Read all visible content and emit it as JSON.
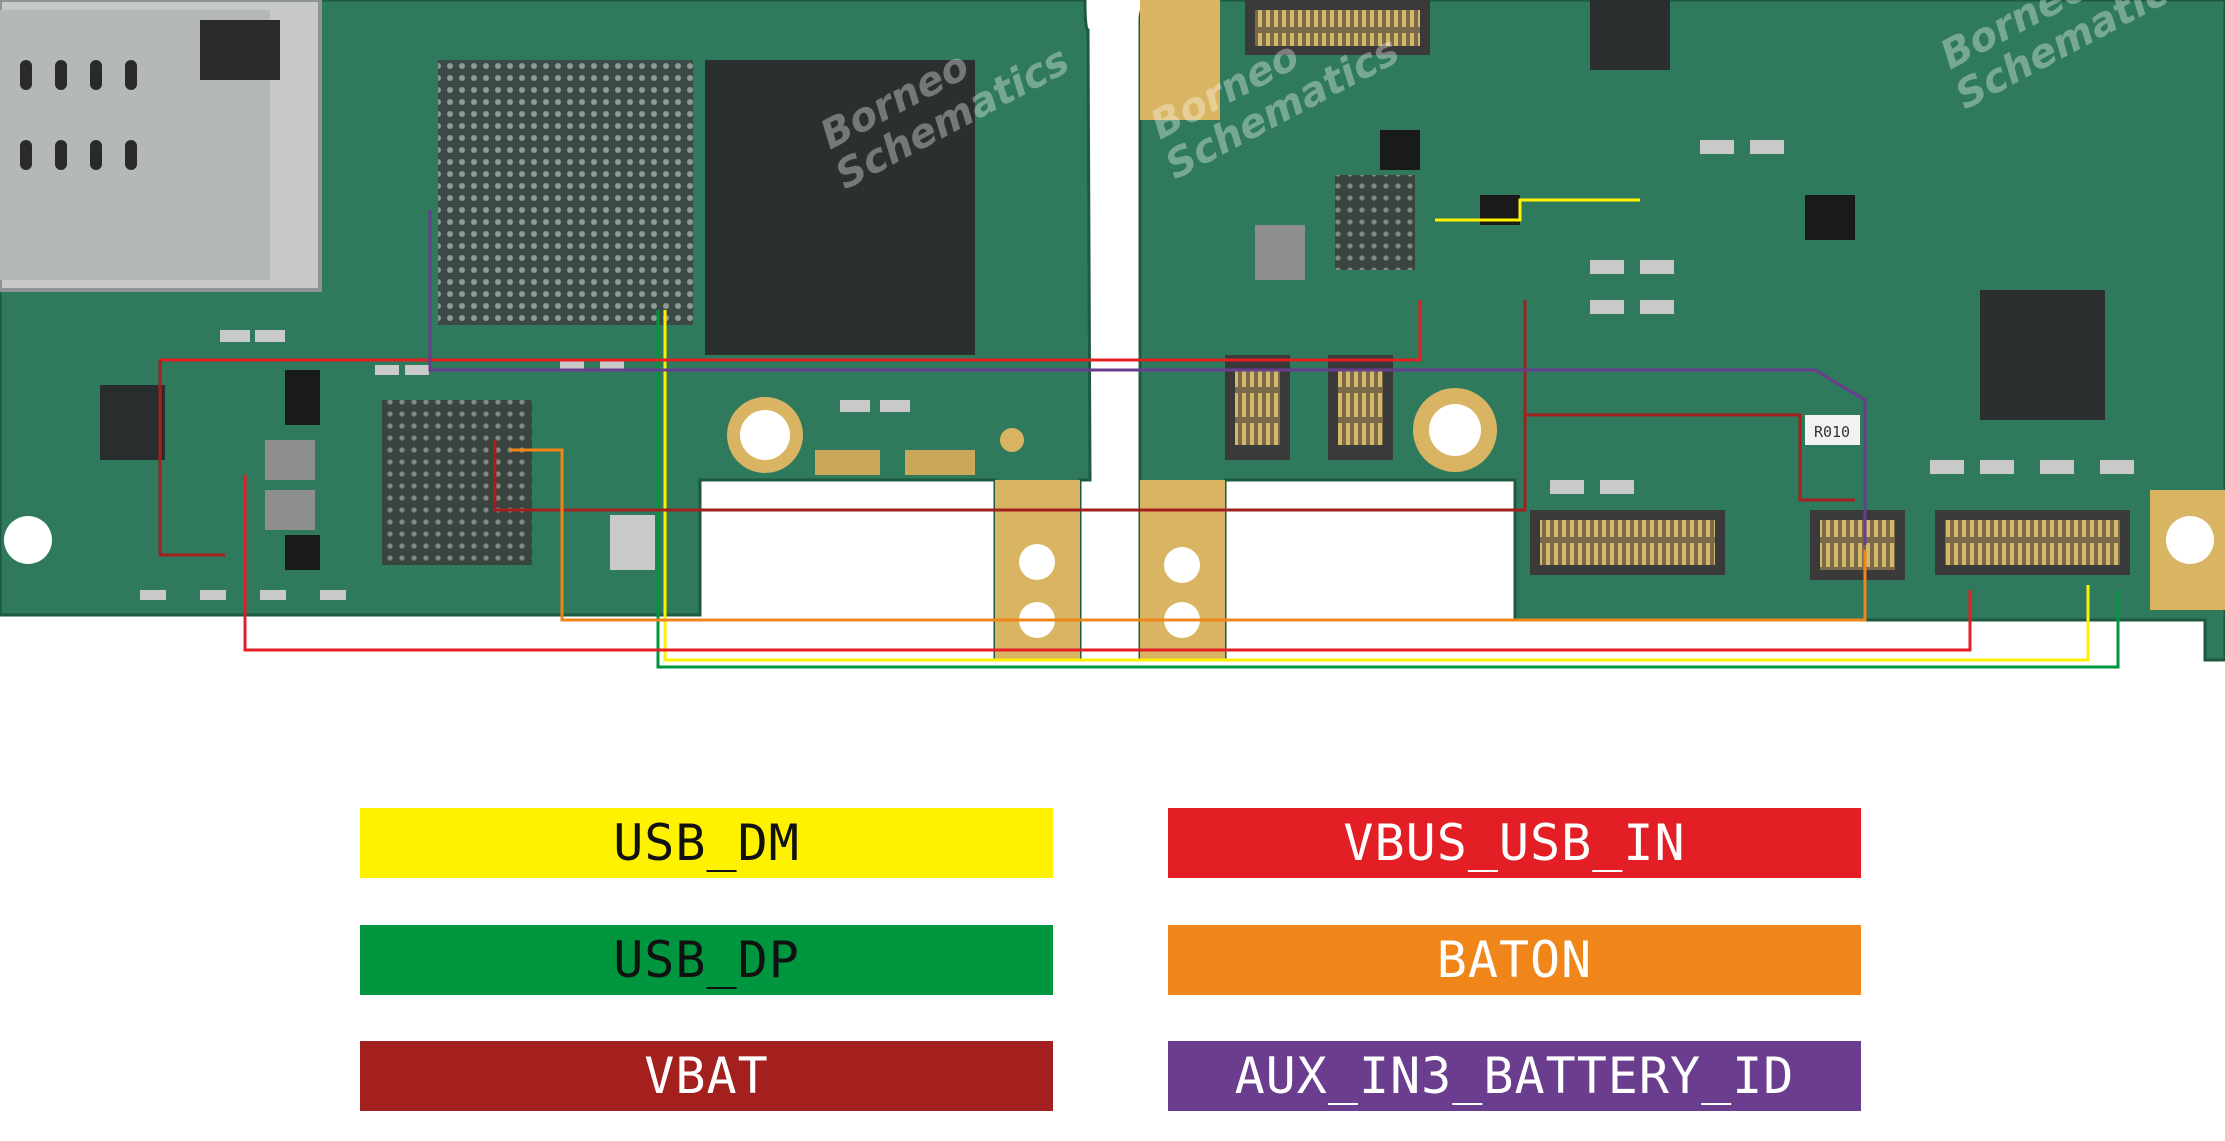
{
  "watermark": {
    "line1": "Borneo",
    "line2": "Schematics"
  },
  "board_labels": {
    "r010": "R010"
  },
  "legend": [
    {
      "label": "USB_DM",
      "color": "#fff200",
      "text_color": "#111111"
    },
    {
      "label": "VBUS_USB_IN",
      "color": "#e31e24",
      "text_color": "#ffffff"
    },
    {
      "label": "USB_DP",
      "color": "#009640",
      "text_color": "#111111"
    },
    {
      "label": "BATON",
      "color": "#f08519",
      "text_color": "#ffffff"
    },
    {
      "label": "VBAT",
      "color": "#a3201f",
      "text_color": "#ffffff"
    },
    {
      "label": "AUX_IN3_BATTERY_ID",
      "color": "#6a3d8f",
      "text_color": "#ffffff"
    }
  ],
  "colors": {
    "pcb": "#2f7a5c",
    "pcb_dark": "#1d5a40",
    "pad_gold": "#d9b462"
  }
}
